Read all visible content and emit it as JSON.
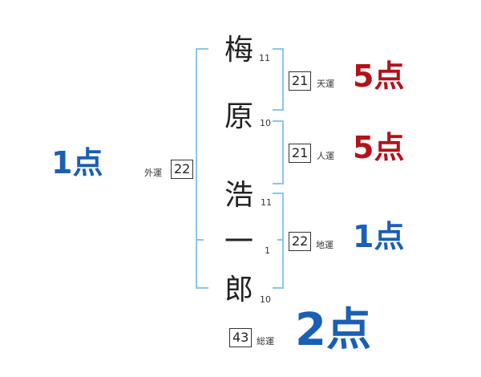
{
  "name_chars": [
    {
      "char": "梅",
      "strokes": "11"
    },
    {
      "char": "原",
      "strokes": "10"
    },
    {
      "char": "浩",
      "strokes": "11"
    },
    {
      "char": "一",
      "strokes": "1"
    },
    {
      "char": "郎",
      "strokes": "10"
    }
  ],
  "fortunes": {
    "tenkaku": {
      "label": "天運",
      "value": "21",
      "score": "5点"
    },
    "jinkaku": {
      "label": "人運",
      "value": "21",
      "score": "5点"
    },
    "chikaku": {
      "label": "地運",
      "value": "22",
      "score": "1点"
    },
    "gaikaku": {
      "label": "外運",
      "value": "22",
      "score": "1点"
    },
    "soukaku": {
      "label": "総運",
      "value": "43",
      "score": "2点"
    }
  },
  "colors": {
    "good": "#b3121a",
    "bad": "#1a5fb4",
    "bracket": "#8ec4e8"
  }
}
